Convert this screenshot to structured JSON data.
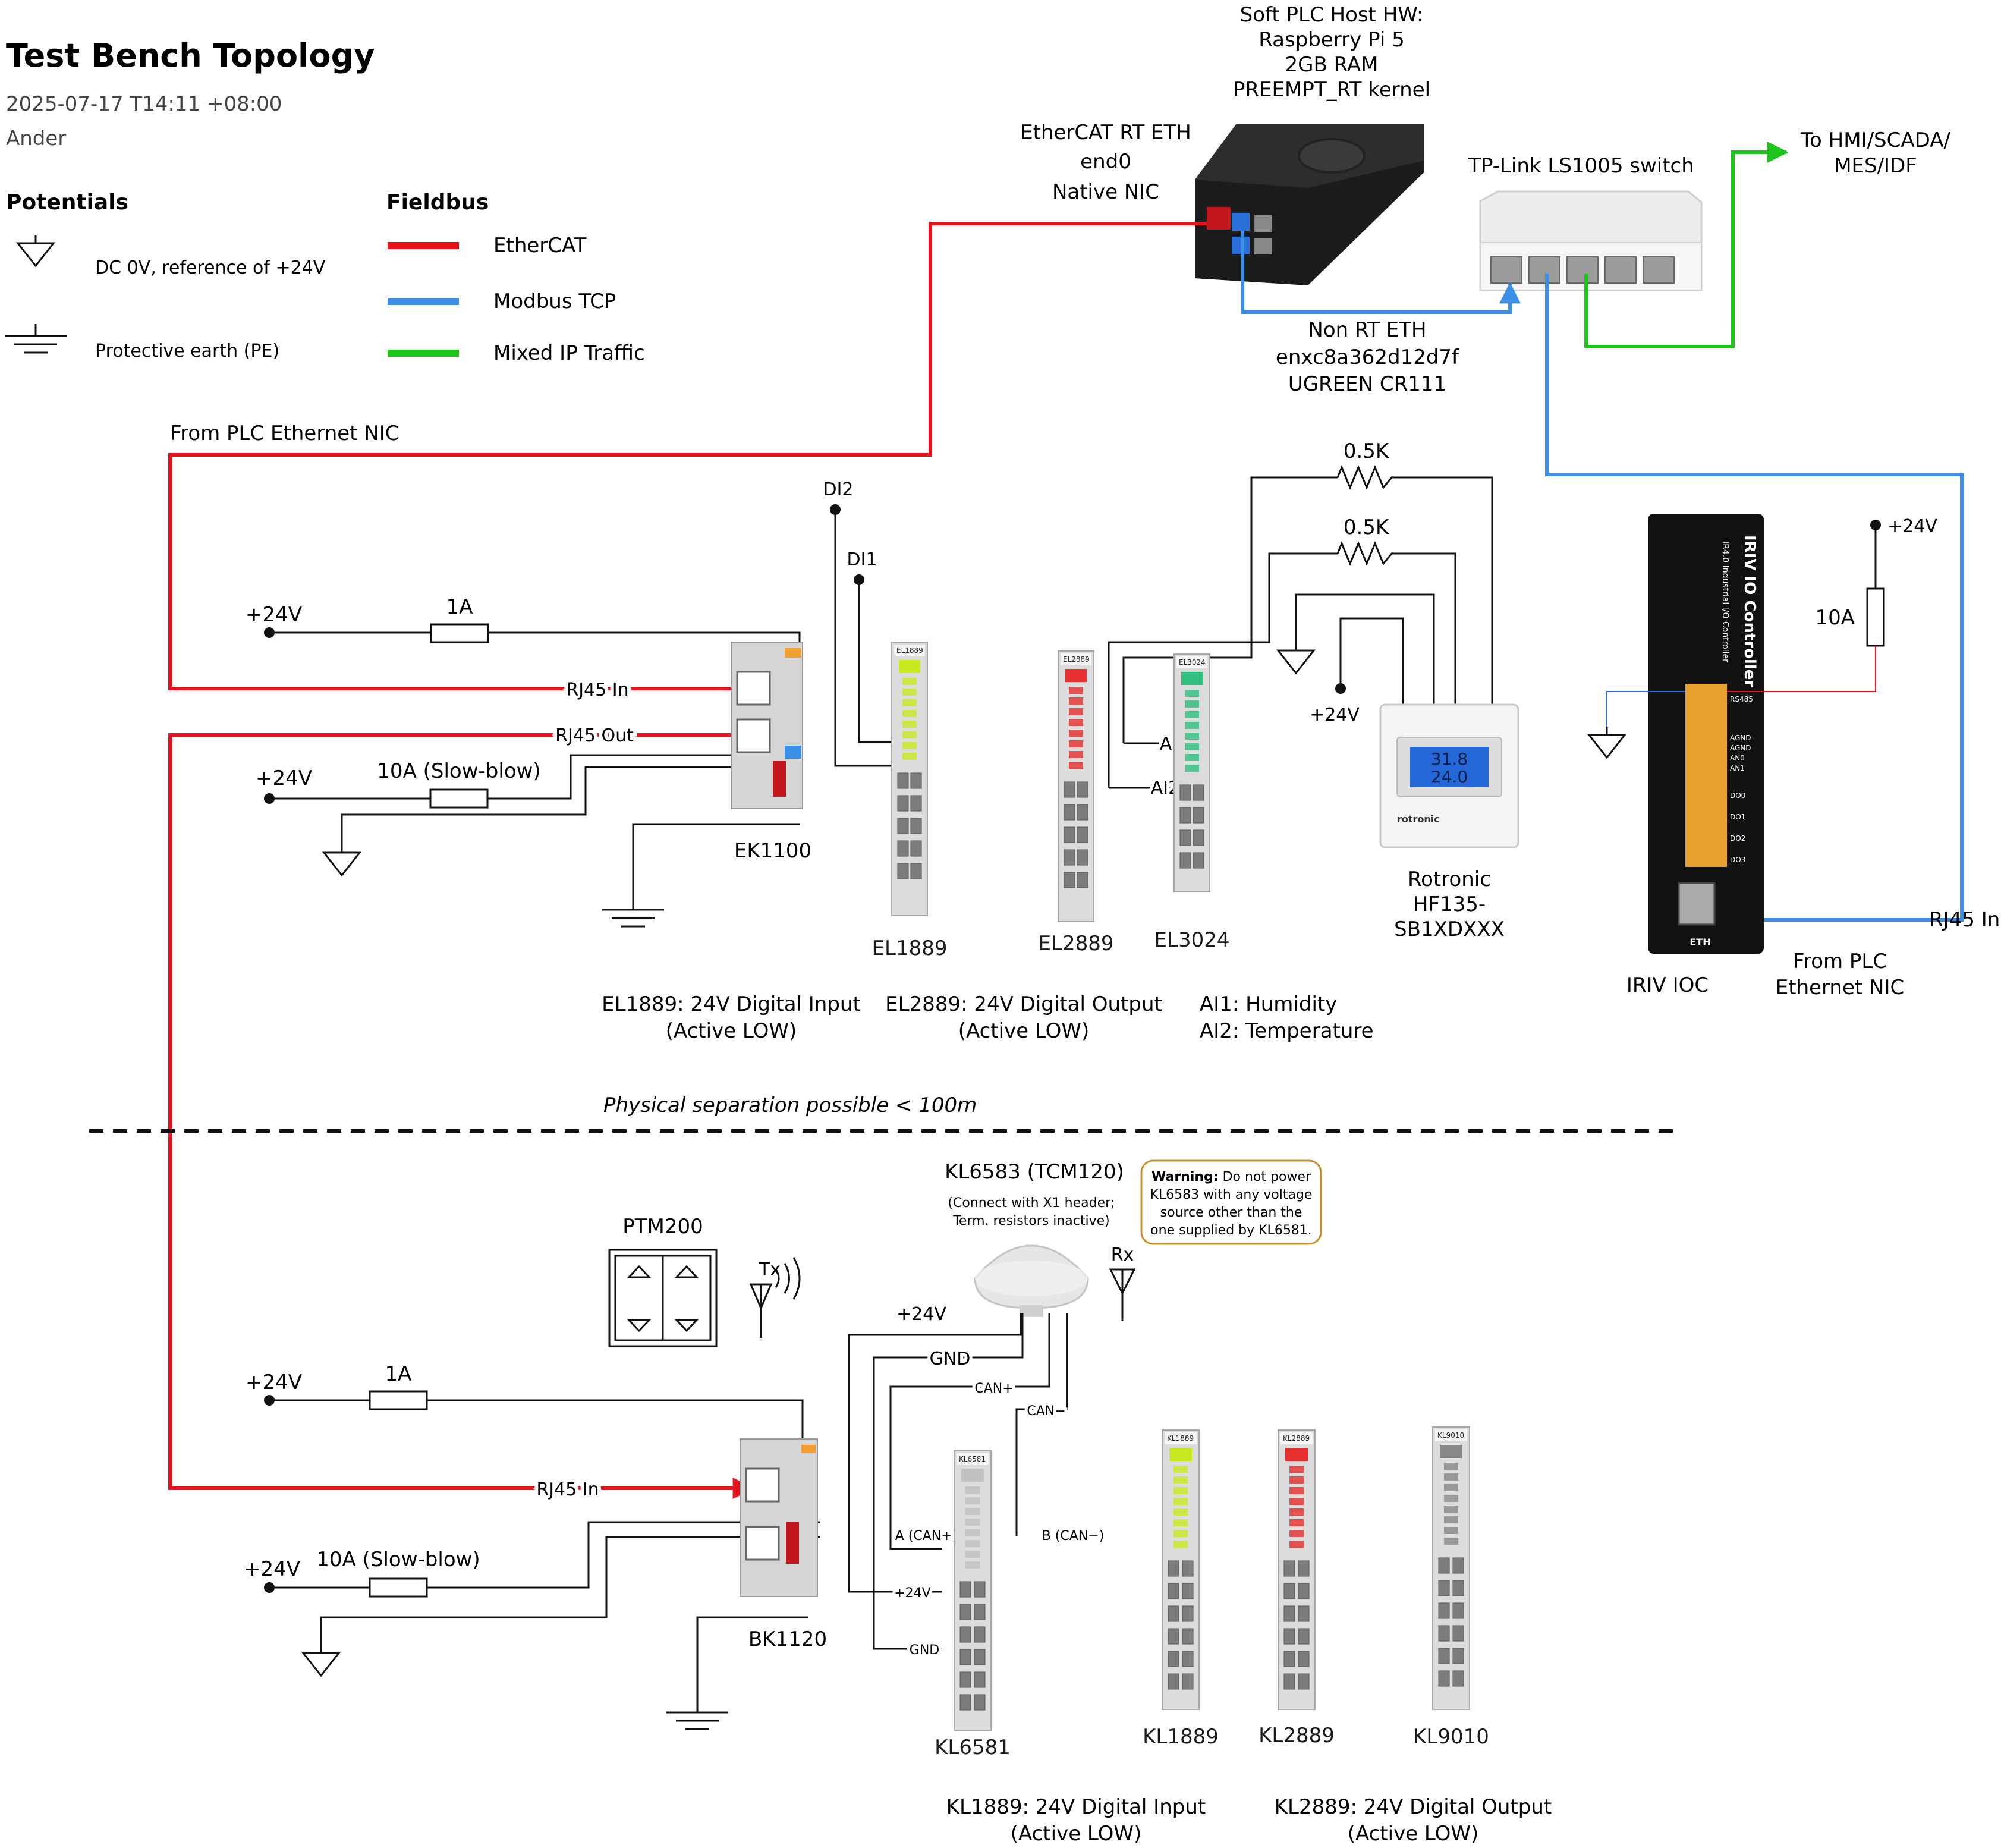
{
  "header": {
    "title": "Test Bench Topology",
    "timestamp": "2025-07-17 T14:11 +08:00",
    "author": "Ander"
  },
  "legend": {
    "potentials_title": "Potentials",
    "potential_items": [
      "DC 0V, reference of +24V",
      "Protective earth (PE)"
    ],
    "fieldbus_title": "Fieldbus",
    "fieldbus_items": [
      {
        "label": "EtherCAT",
        "color": "#e8121c"
      },
      {
        "label": "Modbus TCP",
        "color": "#3b8fe6"
      },
      {
        "label": "Mixed IP Traffic",
        "color": "#1cc41c"
      }
    ]
  },
  "host": {
    "spec_lines": [
      "Soft PLC Host HW:",
      "Raspberry Pi 5",
      "2GB RAM",
      "PREEMPT_RT kernel"
    ],
    "ethercat_nic": [
      "EtherCAT RT ETH",
      "end0",
      "Native NIC"
    ],
    "non_rt_nic": [
      "Non RT ETH",
      "enxc8a362d12d7f",
      "UGREEN CR111"
    ]
  },
  "switch": {
    "label": "TP-Link LS1005 switch",
    "uplink_lines": [
      "To HMI/SCADA/",
      "MES/IDF"
    ]
  },
  "top_bench": {
    "from_plc": "From PLC Ethernet NIC",
    "coupler": "EK1100",
    "rj45_in": "RJ45 In",
    "rj45_out": "RJ45 Out",
    "supply_1": "+24V",
    "fuse_1": "1A",
    "supply_2": "+24V",
    "fuse_2": "10A (Slow-blow)",
    "di2": "DI2",
    "di1": "DI1",
    "resistor_1": "0.5K",
    "resistor_2": "0.5K",
    "sensor_supply": "+24V",
    "ai1": "AI1",
    "ai2": "AI2",
    "modules": [
      {
        "name": "EL1889",
        "tag": "EL1889",
        "led": "#c8e820"
      },
      {
        "name": "EL2889",
        "tag": "EL2889",
        "led": "#e83030"
      },
      {
        "name": "EL3024",
        "tag": "EL3024",
        "led": "#30c080"
      }
    ],
    "sensor_name_lines": [
      "Rotronic",
      "HF135-",
      "SB1XDXXX"
    ],
    "sensor_brand": "rotronic",
    "sensor_display": [
      "31.8",
      "24.0"
    ],
    "desc_el1889": [
      "EL1889: 24V Digital Input",
      "(Active LOW)"
    ],
    "desc_el2889": [
      "EL2889: 24V Digital Output",
      "(Active LOW)"
    ],
    "desc_el3024": [
      "AI1: Humidity",
      "AI2: Temperature"
    ]
  },
  "iriv": {
    "name": "IRIV IOC",
    "supply": "+24V",
    "fuse": "10A",
    "rj45_in": "RJ45 In",
    "from_plc": [
      "From PLC",
      "Ethernet NIC"
    ],
    "panel_title": "IRIV IO Controller",
    "panel_sub": "IR4.0 Industrial I/O Controller",
    "port_label": "ETH",
    "io_labels": [
      "RS485",
      "AGND",
      "AGND",
      "AN0",
      "AN1",
      "DO0",
      "DO1",
      "DO2",
      "DO3"
    ]
  },
  "separator": {
    "text": "Physical separation possible < 100m"
  },
  "bottom_bench": {
    "coupler": "BK1120",
    "rj45_in": "RJ45 In",
    "supply_1": "+24V",
    "fuse_1": "1A",
    "supply_2": "+24V",
    "fuse_2": "10A (Slow-blow)",
    "ptm": "PTM200",
    "tx": "Tx",
    "rx": "Rx",
    "antenna_title": "KL6583 (TCM120)",
    "antenna_note": [
      "(Connect with X1 header;",
      "Term. resistors inactive)"
    ],
    "warning_title": "Warning:",
    "warning_lines": [
      "Do not power",
      "KL6583 with any voltage",
      "source other than the",
      "one supplied by KL6581."
    ],
    "wire_24v": "+24V",
    "wire_gnd": "GND",
    "wire_canp": "CAN+",
    "wire_canm": "CAN−",
    "pin_a": "A (CAN+)",
    "pin_b": "B (CAN−)",
    "pin_24v": "+24V",
    "pin_gnd": "GND",
    "modules": [
      {
        "name": "KL6581",
        "tag": "KL6581",
        "led": "#c0c0c0"
      },
      {
        "name": "KL1889",
        "tag": "KL1889",
        "led": "#c8e820"
      },
      {
        "name": "KL2889",
        "tag": "KL2889",
        "led": "#e83030"
      },
      {
        "name": "KL9010",
        "tag": "KL9010",
        "led": "#888888"
      }
    ],
    "desc_kl1889": [
      "KL1889: 24V Digital Input",
      "(Active LOW)"
    ],
    "desc_kl2889": [
      "KL2889: 24V Digital Output",
      "(Active LOW)"
    ]
  }
}
